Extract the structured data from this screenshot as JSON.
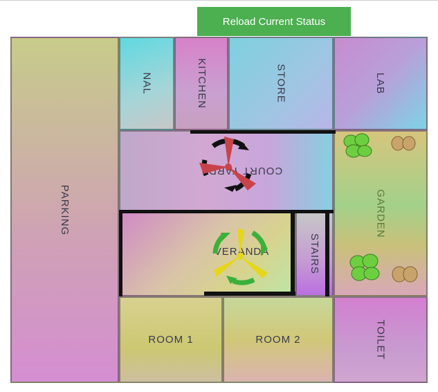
{
  "header": {
    "reload_label": "Reload Current Status"
  },
  "rooms": {
    "parking": "PARKING",
    "nal": "NAL",
    "kitchen": "KITCHEN",
    "store": "STORE",
    "lab": "LAB",
    "courtyard": "COURT YARD",
    "garden": "GARDEN",
    "veranda": "VERANDA",
    "stairs": "STAIRS",
    "room1": "ROOM 1",
    "room2": "ROOM 2",
    "toilet": "TOILET"
  },
  "devices": {
    "courtyard_fan": {
      "name": "fan-icon",
      "color": "#c8434a"
    },
    "veranda_fan": {
      "name": "fan-icon",
      "color": "#e5d61a"
    }
  },
  "colors": {
    "button": "#4caf50",
    "parking": "linear-gradient(180deg,#c7cc8a 0%,#cfa0b6 60%,#d58ed2 100%)",
    "nal": "linear-gradient(160deg,#5fd9e0 0%,#a5d5d8 60%,#c7c7c7 100%)",
    "kitchen": "linear-gradient(180deg,#d781c9 0%,#c9a0d0 60%,#c7a0c0 100%)",
    "store": "linear-gradient(135deg,#7ed0df 0%,#a0c5e3 60%,#b8b6e6 100%)",
    "lab": "linear-gradient(135deg,#c88ccf 0%,#b8a0d8 50%,#7dd3e6 100%)",
    "courtyard": "linear-gradient(90deg,#bfa8c9 0%,#d2a8d2 40%,#c8a6dc 70%,#86cfe0 100%)",
    "garden": "linear-gradient(180deg,#d6c57d 0%,#a3d18a 45%,#c9c07a 70%,#d9a8b9 100%)",
    "veranda": "linear-gradient(135deg,#d08ac6 0%,#d9c4a8 45%,#d7d38e 70%,#bde6a8 100%)",
    "stairs": "linear-gradient(180deg,#c7c7c7 0%,#c59ad4 60%,#bb6fe0 100%)",
    "room1": "linear-gradient(180deg,#d8d190 0%,#ccc872 60%,#cdbfa0 100%)",
    "room2": "linear-gradient(180deg,#c6d89a 0%,#d1c778 50%,#dab4b0 100%)",
    "toilet": "linear-gradient(180deg,#d37fcf 0%,#c89ad0 60%,#d0a6d0 100%)"
  }
}
